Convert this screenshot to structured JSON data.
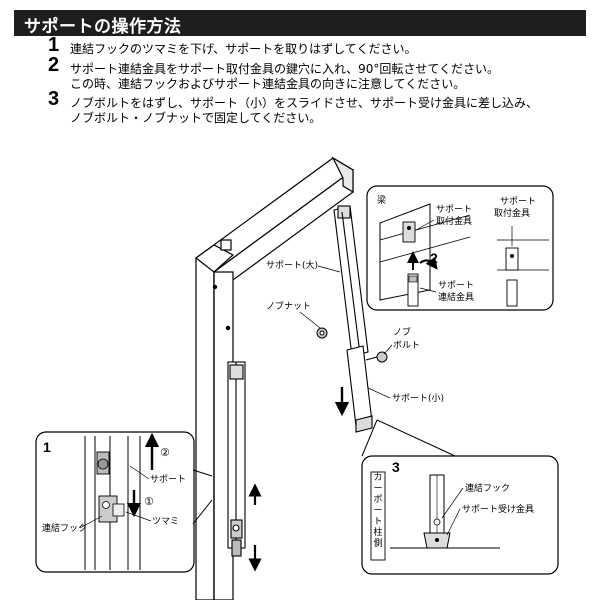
{
  "title": "サポートの操作方法",
  "steps": [
    {
      "num": "1",
      "lines": [
        "連結フックのツマミを下げ、サポートを取りはずしてください。"
      ]
    },
    {
      "num": "2",
      "lines": [
        "サポート連結金具をサポート取付金具の鍵穴に入れ、90°回転させてください。",
        "この時、連結フックおよびサポート連結金具の向きに注意してください。"
      ]
    },
    {
      "num": "3",
      "lines": [
        "ノブボルトをはずし、サポート（小）をスライドさせ、サポート受け金具に差し込み、",
        "ノブボルト・ノブナットで固定してください。"
      ]
    }
  ],
  "main": {
    "support_large": "サポート(大)",
    "knob_nut": "ノブナット",
    "knob_bolt_1": "ノブ",
    "knob_bolt_2": "ボルト",
    "support_small": "サポート(小)"
  },
  "detail2": {
    "beam": "梁",
    "mount_1": "サポート",
    "mount_2": "取付金具",
    "mount_b_1": "サポート",
    "mount_b_2": "取付金具",
    "step": "2",
    "joint_1": "サポート",
    "joint_2": "連結金具"
  },
  "detail1": {
    "step": "1",
    "circle2": "②",
    "circle1": "①",
    "support": "サポート",
    "knob": "ツマミ",
    "hook": "連結フック"
  },
  "detail3": {
    "step": "3",
    "side_label": "カーポート柱側",
    "hook": "連結フック",
    "receiver": "サポート受け金具"
  }
}
